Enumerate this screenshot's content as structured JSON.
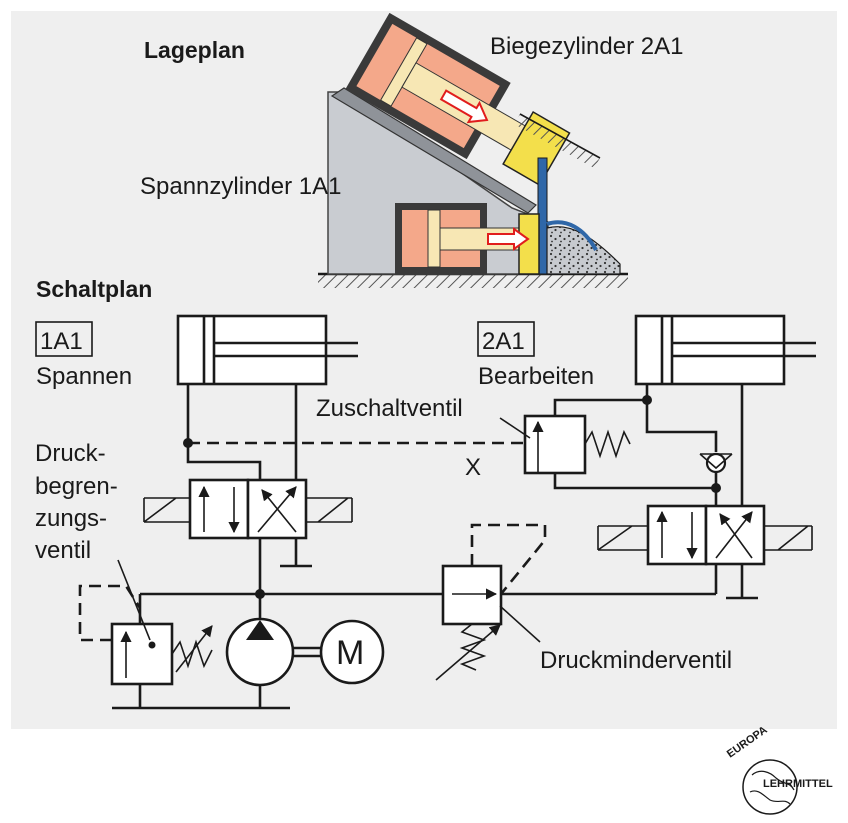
{
  "lageplan": {
    "heading": "Lageplan",
    "label_bending": "Biegezylinder 2A1",
    "label_clamping": "Spannzylinder 1A1"
  },
  "schaltplan": {
    "heading": "Schaltplan",
    "tag_1a1": "1A1",
    "desc_1a1": "Spannen",
    "tag_2a1": "2A1",
    "desc_2a1": "Bearbeiten",
    "zuschaltventil": "Zuschaltventil",
    "x_port": "X",
    "relief_line1": "Druck-",
    "relief_line2": "begren-",
    "relief_line3": "zungs-",
    "relief_line4": "ventil",
    "druckminderventil": "Druckminderventil",
    "motor": "M"
  },
  "logo": {
    "top": "EUROPA",
    "bottom": "LEHRMITTEL"
  },
  "colors": {
    "panel_bg": "#efefef",
    "cylinder_salmon": "#f4a88a",
    "piston_cream": "#f7e7b4",
    "jaw_yellow": "#f3df4b",
    "wall_blue": "#2f67a8",
    "body_grey": "#c9ccd1",
    "arrow_red": "#e11d1d"
  }
}
